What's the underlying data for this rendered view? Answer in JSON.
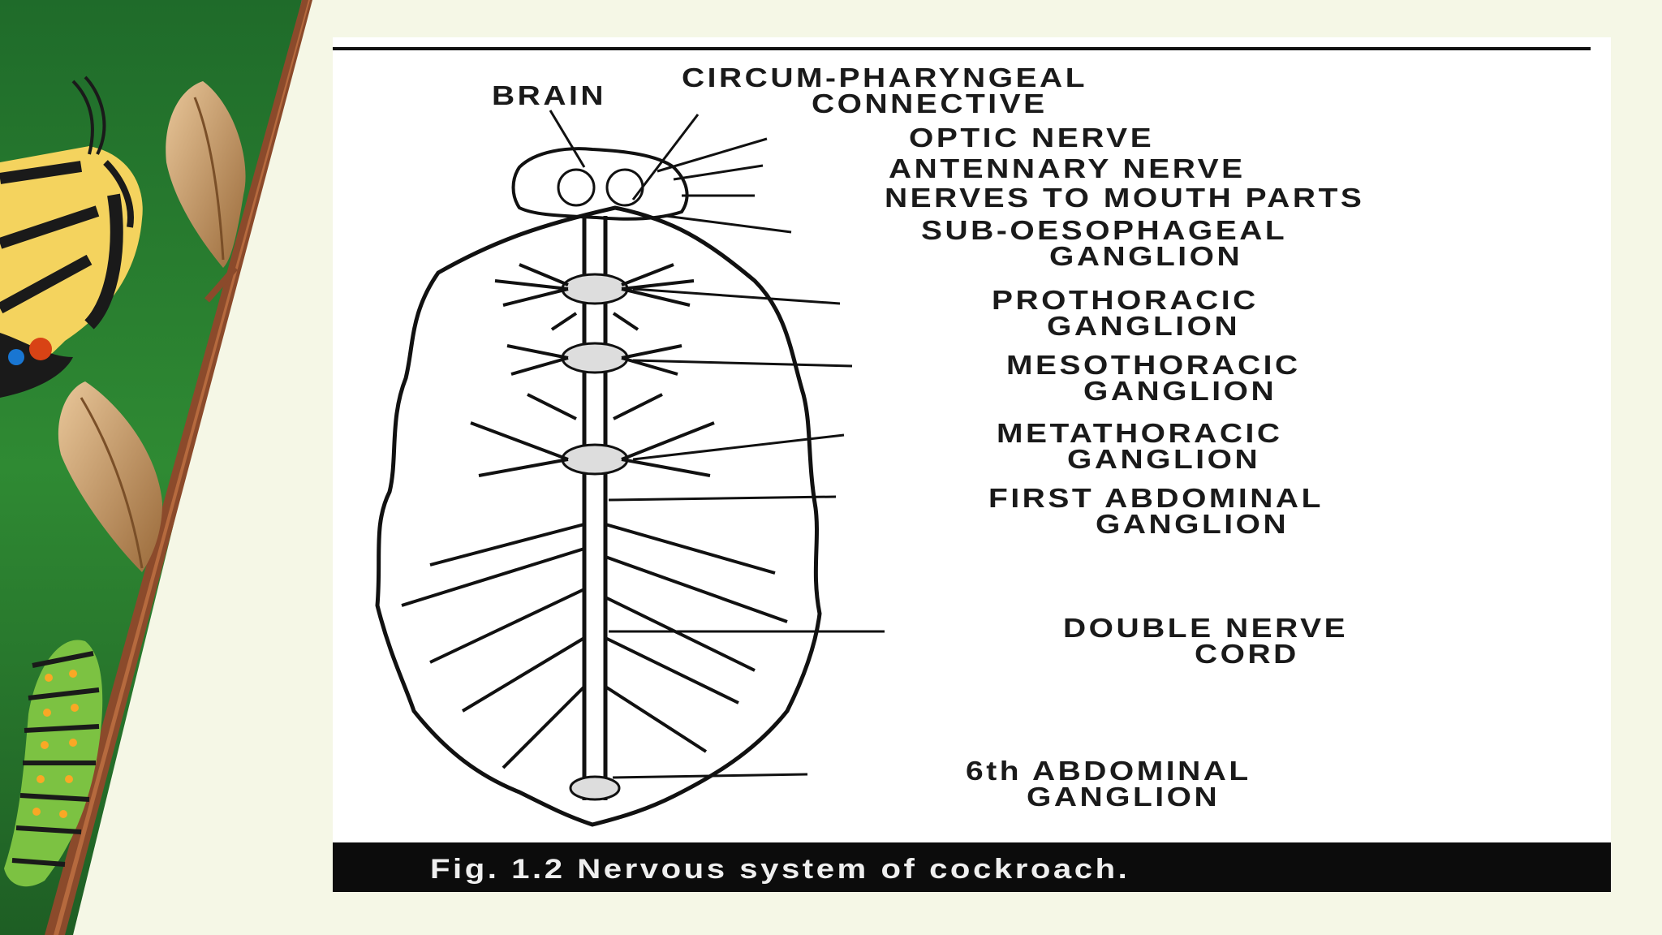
{
  "slide": {
    "background_color": "#f5f7e6",
    "left_panel_color": "#2e7d32"
  },
  "figure": {
    "labels": {
      "brain": "BRAIN",
      "circum_line1": "CIRCUM-PHARYNGEAL",
      "circum_line2": "CONNECTIVE",
      "optic": "OPTIC NERVE",
      "antennary": "ANTENNARY NERVE",
      "mouth": "NERVES TO MOUTH PARTS",
      "sub_line1": "SUB-OESOPHAGEAL",
      "sub_line2": "GANGLION",
      "pro_line1": "PROTHORACIC",
      "pro_line2": "GANGLION",
      "meso_line1": "MESOTHORACIC",
      "meso_line2": "GANGLION",
      "meta_line1": "METATHORACIC",
      "meta_line2": "GANGLION",
      "first_line1": "FIRST ABDOMINAL",
      "first_line2": "GANGLION",
      "double_line1": "DOUBLE NERVE",
      "double_line2": "CORD",
      "sixth_line1": "6th ABDOMINAL",
      "sixth_line2": "GANGLION"
    },
    "caption": "Fig. 1.2  Nervous system of cockroach."
  },
  "icons": [
    "butterfly-icon",
    "chrysalis-icon",
    "caterpillar-icon",
    "twig-icon"
  ]
}
